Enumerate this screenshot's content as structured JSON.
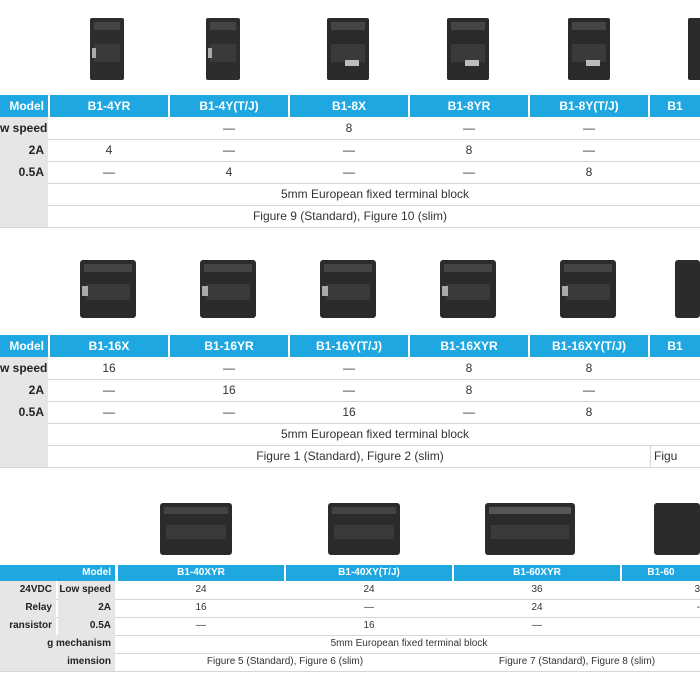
{
  "table1": {
    "model_label": "Model",
    "models": [
      "B1-4YR",
      "B1-4Y(T/J)",
      "B1-8X",
      "B1-8YR",
      "B1-8Y(T/J)",
      "B1"
    ],
    "rows": [
      {
        "label": "w speed",
        "values": [
          "",
          "—",
          "8",
          "—",
          "—",
          ""
        ]
      },
      {
        "label": "2A",
        "values": [
          "4",
          "—",
          "—",
          "8",
          "—",
          ""
        ]
      },
      {
        "label": "0.5A",
        "values": [
          "—",
          "4",
          "—",
          "—",
          "8",
          ""
        ]
      }
    ],
    "terminal": "5mm European fixed terminal block",
    "dimension": "Figure 9 (Standard), Figure 10 (slim)"
  },
  "table2": {
    "model_label": "Model",
    "models": [
      "B1-16X",
      "B1-16YR",
      "B1-16Y(T/J)",
      "B1-16XYR",
      "B1-16XY(T/J)",
      "B1"
    ],
    "rows": [
      {
        "label": "w speed",
        "values": [
          "16",
          "—",
          "—",
          "8",
          "8",
          ""
        ]
      },
      {
        "label": "2A",
        "values": [
          "—",
          "16",
          "—",
          "8",
          "—",
          ""
        ]
      },
      {
        "label": "0.5A",
        "values": [
          "—",
          "—",
          "16",
          "—",
          "8",
          ""
        ]
      }
    ],
    "terminal": "5mm European fixed terminal block",
    "dimension": "Figure 1 (Standard), Figure 2 (slim)",
    "dimension_cut": "Figu"
  },
  "table3": {
    "model_label": "Model",
    "models": [
      "B1-40XYR",
      "B1-40XY(T/J)",
      "B1-60XYR",
      "B1-60"
    ],
    "rows": [
      {
        "group": "24VDC",
        "label": "Low speed",
        "values": [
          "24",
          "24",
          "36",
          "3"
        ]
      },
      {
        "group": "Relay",
        "label": "2A",
        "values": [
          "16",
          "—",
          "24",
          "-"
        ]
      },
      {
        "group": "ransistor",
        "label": "0.5A",
        "values": [
          "—",
          "16",
          "—",
          ""
        ]
      }
    ],
    "terminal_label": "g mechanism",
    "terminal": "5mm European fixed terminal block",
    "dimension_label": "imension",
    "dimension_a": "Figure 5 (Standard), Figure 6 (slim)",
    "dimension_b": "Figure 7 (Standard), Figure 8 (slim)"
  }
}
